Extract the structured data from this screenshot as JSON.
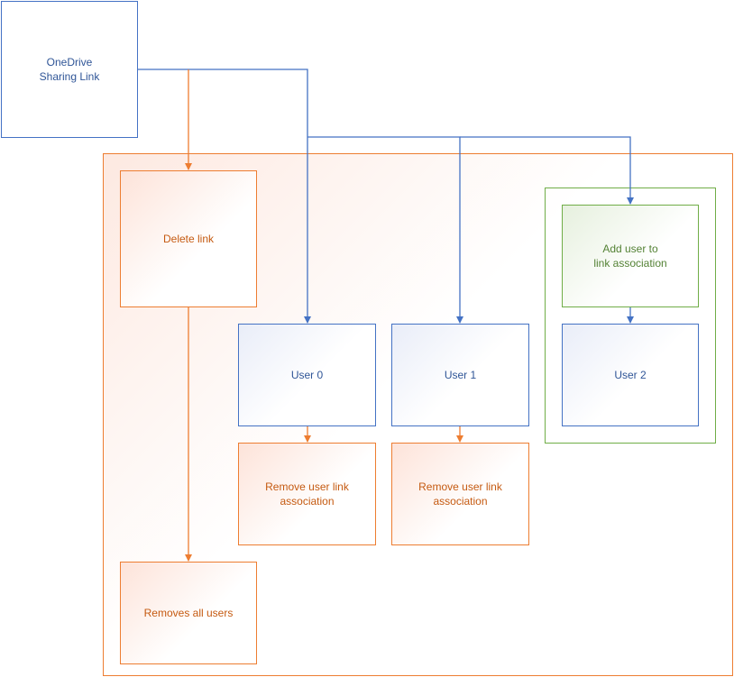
{
  "nodes": {
    "onedrive": "OneDrive\nSharing Link",
    "delete_link": "Delete link",
    "user0": "User 0",
    "user1": "User 1",
    "add_user": "Add user to\nlink association",
    "user2": "User 2",
    "remove_assoc_0": "Remove user link\nassociation",
    "remove_assoc_1": "Remove user link\nassociation",
    "removes_all": "Removes all users"
  },
  "edges": [
    {
      "from": "onedrive",
      "to": "delete_link",
      "color": "orange"
    },
    {
      "from": "onedrive",
      "to": "user0",
      "color": "blue"
    },
    {
      "from": "onedrive",
      "to": "user1",
      "color": "blue"
    },
    {
      "from": "onedrive",
      "to": "add_user",
      "color": "blue"
    },
    {
      "from": "add_user",
      "to": "user2",
      "color": "blue"
    },
    {
      "from": "user0",
      "to": "remove_assoc_0",
      "color": "orange"
    },
    {
      "from": "user1",
      "to": "remove_assoc_1",
      "color": "orange"
    },
    {
      "from": "delete_link",
      "to": "removes_all",
      "color": "orange"
    }
  ],
  "colors": {
    "blue": "#4472c4",
    "orange": "#ed7d31",
    "green": "#70ad47"
  }
}
